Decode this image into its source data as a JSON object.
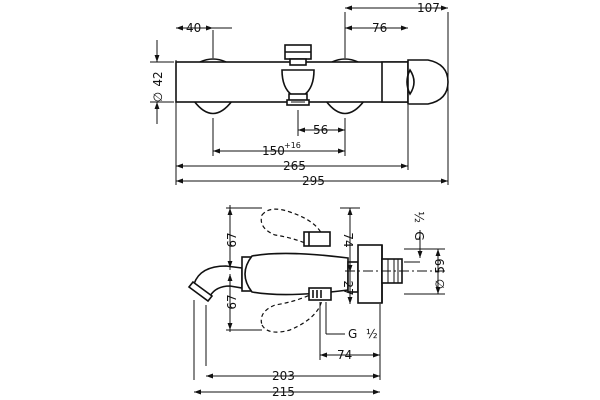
{
  "dimensions": {
    "top": {
      "d107": "107",
      "d40": "40",
      "d76": "76",
      "d42": "42",
      "dia": "∅",
      "d56": "56",
      "d150": "150",
      "d150_tol": "+16",
      "d265": "265",
      "d295": "295"
    },
    "bottom": {
      "d67_top": "67",
      "d67_bot": "67",
      "d74_v": "74",
      "d27": "27",
      "g_top": "G",
      "g_top_frac": "½",
      "d59": "59",
      "dia": "∅",
      "g_bot": "G",
      "g_bot_frac": "½",
      "d74_h": "74",
      "d203": "203",
      "d215": "215"
    }
  }
}
